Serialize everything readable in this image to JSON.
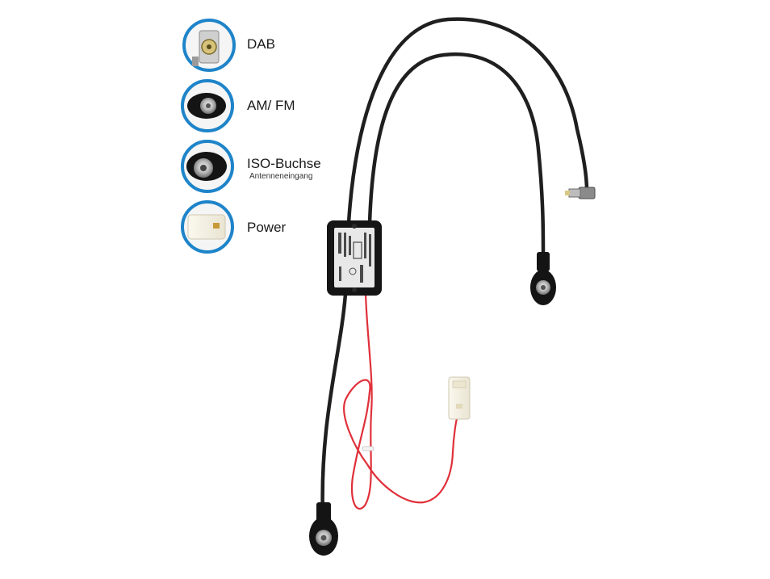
{
  "legend": {
    "items": [
      {
        "label": "DAB",
        "icon": "dab-connector-icon"
      },
      {
        "label": "AM/ FM",
        "icon": "amfm-connector-icon"
      },
      {
        "label": "ISO-Buchse",
        "sublabel": "Antenneneingang",
        "icon": "iso-socket-icon"
      },
      {
        "label": "Power",
        "icon": "power-plug-icon"
      }
    ]
  },
  "colors": {
    "ring": "#1e84c9",
    "cable": "#1f1f1f",
    "power_wire": "#e0303a",
    "splitter_body": "#151515",
    "label_sticker": "#e8e8e8",
    "plug_body": "#f3efe0"
  }
}
